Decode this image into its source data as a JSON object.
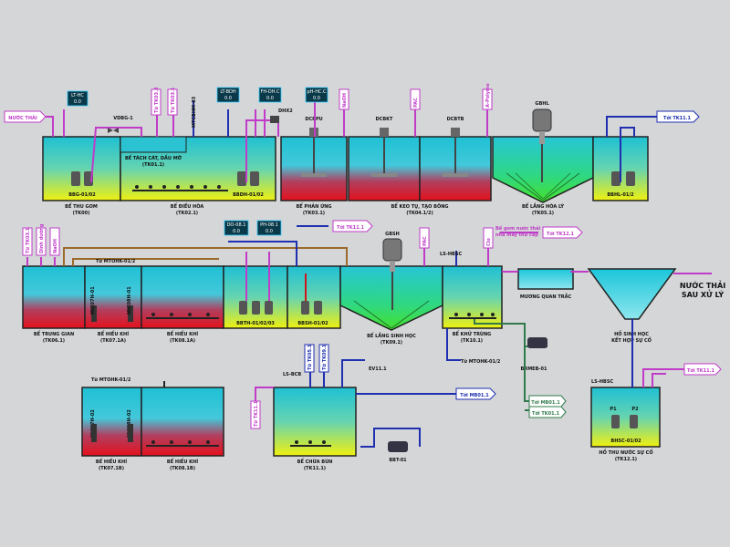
{
  "colors": {
    "magenta": "#c03cc8",
    "blue": "#1f2fb0",
    "green": "#2f7a4a",
    "brown": "#9a6a2a",
    "red": "#d0141c",
    "cyan": "#25c6d8",
    "yellow": "#e8f020"
  },
  "inlet": "NƯỚC THẢI",
  "outlet": {
    "line1": "NƯỚC THẢI",
    "line2": "SAU XỬ LÝ"
  },
  "tanks": {
    "tk00": {
      "name": "BỂ THU GOM",
      "code": "(TK00)"
    },
    "tk02": {
      "name": "BỂ ĐIỀU HÒA",
      "code": "(TK02.1)"
    },
    "tk01": {
      "name": "BỂ TÁCH CÁT, DẦU MỠ",
      "code": "(TK01.1)"
    },
    "tk03": {
      "name": "BỂ PHẢN ỨNG",
      "code": "(TK03.1)"
    },
    "tk04": {
      "name": "BỂ KEO TỤ, TẠO BÔNG",
      "code": "(TK04.1/2)"
    },
    "tk05": {
      "name": "BỂ LẮNG HÓA LÝ",
      "code": "(TK05.1)"
    },
    "tk06": {
      "name": "BỂ TRUNG GIAN",
      "code": "(TK06.1)"
    },
    "tk07a": {
      "name": "BỂ HIẾU KHÍ",
      "code": "(TK07.1A)"
    },
    "tk08a": {
      "name": "BỂ HIẾU KHÍ",
      "code": "(TK08.1A)"
    },
    "tk09": {
      "name": "BỂ LẮNG SINH HỌC",
      "code": "(TK09.1)"
    },
    "tk10": {
      "name": "BỂ KHỬ TRÙNG",
      "code": "(TK10.1)"
    },
    "qt": {
      "name": "MƯƠNG QUAN TRẮC"
    },
    "hsh": {
      "name": "HỒ SINH HỌC",
      "name2": "KẾT HỢP SỰ CỐ"
    },
    "tk07b": {
      "name": "BỂ HIẾU KHÍ",
      "code": "(TK07.1B)"
    },
    "tk08b": {
      "name": "BỂ HIẾU KHÍ",
      "code": "(TK08.1B)"
    },
    "tk11": {
      "name": "BỂ CHỨA BÙN",
      "code": "(TK11.1)"
    },
    "tk12": {
      "name": "HỒ THU NƯỚC SỰ CỐ",
      "code": "(TK12.1)"
    }
  },
  "pumps": {
    "bbg": "BBG-01/02",
    "bbdh": "BBDH-01/02",
    "bbhl": "BBHL-01/2",
    "bbth": "BBTH-01/02/03",
    "bbsh": "BBSH-01/02",
    "bhsc": "BHSC-01/02",
    "bbt": "BBT-01",
    "brmeb": "BRMEB-01",
    "p1": "P1",
    "p2": "P2"
  },
  "motors": {
    "gbhl": "GBHL",
    "gbsh": "GBSH"
  },
  "mixers": {
    "dcbpu": "DCBPU",
    "dcbkt": "DCBKT",
    "dcbtb": "DCBTB"
  },
  "valves": {
    "vdbg": "VDBG-1",
    "dhx2": "DHX2",
    "ev": "EV11.1"
  },
  "displays": {
    "lt_hc": {
      "label": "LT-HC",
      "value": "0.0"
    },
    "lt_bdh": {
      "label": "LT-BDH",
      "value": "0.0"
    },
    "fh_dhc": {
      "label": "FH-DH.C",
      "value": "0.0"
    },
    "ph_hc": {
      "label": "pH-HC.C",
      "value": "0.0"
    },
    "do1": {
      "label": "DO-08.1",
      "value": "0.0"
    },
    "ph08": {
      "label": "PH-08.1",
      "value": "0.0"
    }
  },
  "dosing": {
    "top_tk3": "Từ TK03.3",
    "top_tk1": "Từ TK03.1",
    "naoh1": "NaOH",
    "pac": "PAC",
    "polyme": "A-Polyme",
    "naoh2": "NaOH",
    "pac2": "PAC",
    "clo": "Clo",
    "tk1": "Từ TK03.1",
    "dinh": "Dinh dưỡng",
    "naoh3": "NaOH"
  },
  "vertical_labels": {
    "mtc1": "MTCBHM-03",
    "mtc7a": "MIC07H-01",
    "mtc8a": "MIC08H-01",
    "mtc7b": "MIC07H-02",
    "mtc8b": "MIC08H-02",
    "tk11in": "Từ TK11.1",
    "tk05": "Từ TK05.1",
    "tk09": "Từ TK09.1"
  },
  "arrows": {
    "tk11_top": "Tới TK11.1",
    "tk11_mid": "Tới TK11.1",
    "tk12": "Tới TK12.1",
    "tk11_right": "Tới TK11.1",
    "mb01": "Tới MB01.1",
    "mb": "Tới MB01.1",
    "tk01": "Tới TK01.1"
  },
  "notes": {
    "mtoh1": "Từ MTOHK-01/2",
    "mtoh2": "Từ MTOHK-01/2",
    "mtoh3": "Từ MTOHK-01/2",
    "ls_hbsc": "LS-HBSC",
    "ls_hbsc2": "LS-HBSC",
    "ls_bcb": "LS-BCB",
    "gom1": "Bể gom nước thải",
    "gom2": "nhà máy thứ cấp"
  }
}
